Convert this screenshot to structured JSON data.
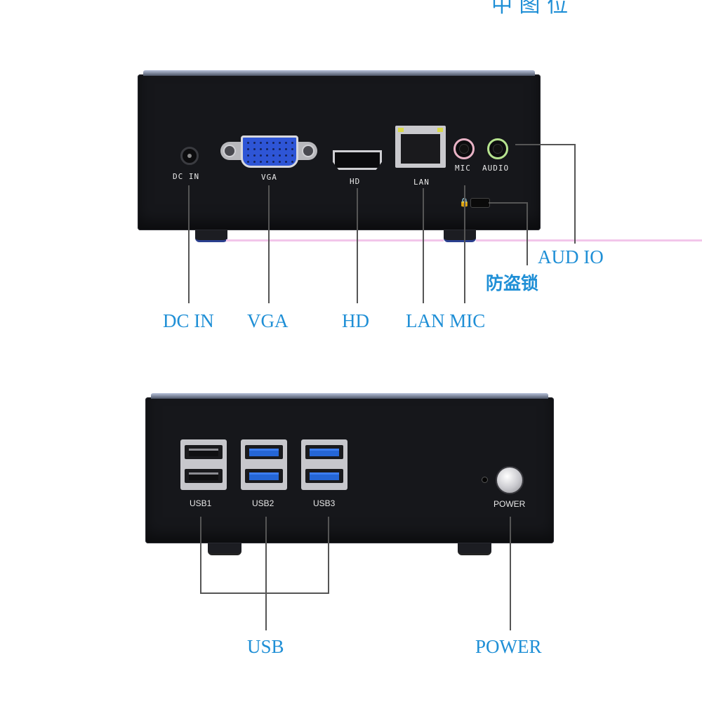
{
  "top_fragment": "中 图 位",
  "top_device": {
    "ports": {
      "dc_in": "DC IN",
      "vga": "VGA",
      "hd": "HD",
      "lan": "LAN",
      "mic": "MIC",
      "audio": "AUDIO"
    }
  },
  "top_callouts": {
    "dc_in": "DC IN",
    "vga": "VGA",
    "hd": "HD",
    "lan_mic": "LAN MIC",
    "audio_io": "AUD IO",
    "anti_theft_lock": "防盗锁"
  },
  "bottom_device": {
    "ports": {
      "usb1": "USB1",
      "usb2": "USB2",
      "usb3": "USB3",
      "power": "POWER"
    }
  },
  "bottom_callouts": {
    "usb": "USB",
    "power": "POWER"
  },
  "colors": {
    "callout_text": "#1f8fd6",
    "device_body": "#16171b",
    "usb3_tongue": "#2566d6",
    "vga_blue": "#2e55d6"
  }
}
